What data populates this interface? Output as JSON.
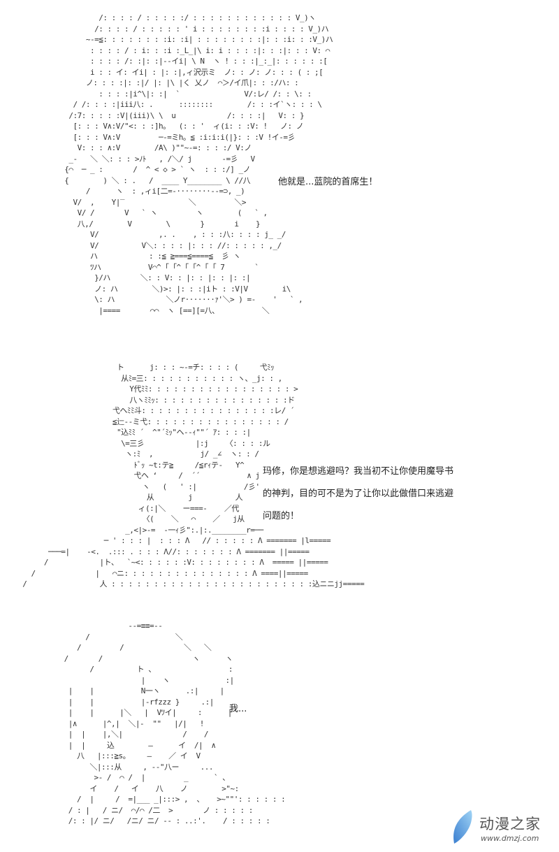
{
  "panels": [
    {
      "art": [
        "          /: : : : / : : : : :/ : : : : : : : : : : : : V_)ヽ",
        "         /: : : : / : : : : : ' i : : : : : : : :i : : : : V_)ハ",
        "       ~-=≦: : : : : : : :i: :i| : : : : : : : :|: : :i: : :V_)ハ",
        "        : : : : / : i: : :i :_L_|\\ i: i : : : :|: : :|: : : V: ⌒",
        "        : : : : /: :|: :|--イi| \\ N  ヽ ! : : :|_:_|: : : : : :[",
        "        i : : イ: イi| : |: :|,ィ沢示ミ  ノ: : ノ: ノ: : : ( : ;[",
        "       ノ: : : :|: :|/ |: |\\ |く 乂ノ  ⌒＞/イ爪|: : :/ハ: :",
        "          : : : :|i^\\|: :|  `               V/:レ/ /: : \\: :",
        "    / /: : : :|iii八: .      ::::::::        /: : :イ`ヽ: : : \\",
        "   /:7: : : : :V|(iii)\\ \\  u            /: : : :|   V: : }",
        "    [: : : V∧:V/\"<: : :]h。  (: : '  ィ(i: : :V: !   ノ: ノ",
        "    [: : : V∧:V         ─-=ミh。≦ :i:i:i(|}: : :V !イ-=彡",
        "     V: : : ∧:V        /A\\ )\"\"~-=: : : :/ V:ノ",
        "   _-   ＼ ＼: : : >ﾉﾄ   , /＼/ j       -=彡   V",
        "  {⌒  ─ _ :       /  ^ < ◇ > ` ヽ  : : :/] _ノ",
        "  {        ) ＼ : .   /  ____ Y________ \\ //八",
        "       /      ヽ  : ,ィi[二=-········--=⊃, _)",
        "    V/  ,    Y|‾               ＼         ＼>",
        "     V/ /       V   ` ヽ         ヽ        (   ` ,",
        "     八,/        V        \\       }       i    }",
        "        V/              ,. .    , : : :八: : : : j_ _/",
        "        V/          V＼: : : : |: : : //: : : : : ,_/",
        "        ハ            : :≦ ≧===≦====≦  彡 ヽ",
        "        ﾂハ           V⌒^ ｢ ｢^ ｢ ｢^ ｢ ｢ 7       `",
        "         }/ハ       ＼: : V: : |: : |: : |: :|",
        "         ノ: ハ        ＼)>: |: : :|iト : :V|V        i\\",
        "         \\: ハ            ＼ノr·······ｧ'＼> ) =-    '   ` ,",
        "          |====       ⌒⌒  ヽ [==][=八、          ＼"
      ],
      "speech": [
        "他就是...蓝院的首席生！"
      ]
    },
    {
      "art": [
        "                        ト      j: : : ~-=チ: : : : (     弋ﾐｯ",
        "                         从ﾐ=三: : : : : : : : : : : ヽ、_j: : ,",
        "                           Y代ﾐﾐ: : : : : : : : : : : : : : : : : >",
        "                           八ヽﾐﾐｯ: : : : : : : : : : : : : : : :ド",
        "                       弋ヘﾐﾐ斗: : : : : : : : : : : : : : : :レ/ ´",
        "                       ≦辷--ミ弋: : : : : : : : : : : : : : : : /",
        "                        \"込ﾐﾐ ´  ^\"´ﾐｯ\"ヘ--ｨ\"\"´ ｱ: : : :|",
        "                         \\=三彡            |:j    〈: : : :ル",
        "                          ヽ:ﾐ  ,           j/ _∠  ヽ: : /",
        "                            ﾄﾞｯ ~t:テ≧     /≦rｨテ-   Y^",
        "                            弋ヘ ‘     /  ´´           ∧ j",
        "                              ヽ   (   ' :|           /彡'",
        "                               从        j          人",
        "                             ィ(:|＼    ー===-    ／代",
        "                              〈(    ＼   ⌒    ／   j从",
        "                          _,<|>-=  ‐一ｨ彡\":.|:.________r=──",
        "                     ─ ' : : : |  : : : Λ   // : : : : : Λ ======= |l=====",
        "        ───=|    -<.  .::: . : : : Λ//: : : : : : : Λ ======= ||=====",
        "       /            |ト、  `~<: : : : : :V: : : : : : : : Λ  ===== ||=====",
        "    /              |   ⌒ニ: : : : : : : : : : : : : : : Λ ====||=====",
        "  /                 人 : : : : : : : : : : : : : : : : : : : : : : : :込ニニjj====="
      ],
      "speech": [
        "玛修，你是想逃避吗？我当初不让你使用魔导书",
        "的神判，目的可不是为了让你以此做借口来逃避",
        "问题的！"
      ]
    },
    {
      "art": [
        "                            --=≡≡=--",
        "                  /                    ＼",
        "                /         /              ＼   ＼",
        "             /       /                     ヽ      ヽ",
        "                   /          ト 、                 :",
        "                               |    ヽ             :|",
        "              |    |           N一ヽ      .:|     |",
        "              |    |           |-rfzzz }     .:|",
        "              |    |      |＼   |  Vﾂイ|     :      |",
        "              |∧      |^,|  ＼|-  \"\"   |/|   !",
        "              |  |    |,＼|              /    /",
        "              |  |     込        ―      イ  /|  ∧",
        "                八   |:::≧s。    ―    ／ イ  V",
        "                   ＼|:::从     , -‐\"八ー     ...",
        "                    >- /  ⌒ /  |         _      ` 、",
        "                   イ    /   イ    八    ノ        >\"~:",
        "                /  |     /  =|___ _|:::> ,  、   >~\"\"': : : : : :",
        "              / : |   / ニ/  ⌒/⌒ /二  >       ノ : : : : :",
        "              /: : |/ ニ/   /ニ/ ニ/ -- : ..:'.    / : : : : :"
      ],
      "speech": [
        "我..."
      ]
    }
  ],
  "logo": {
    "name": "动漫之家",
    "url": "www.dmzj.com",
    "accent": "#5aa9e6"
  }
}
